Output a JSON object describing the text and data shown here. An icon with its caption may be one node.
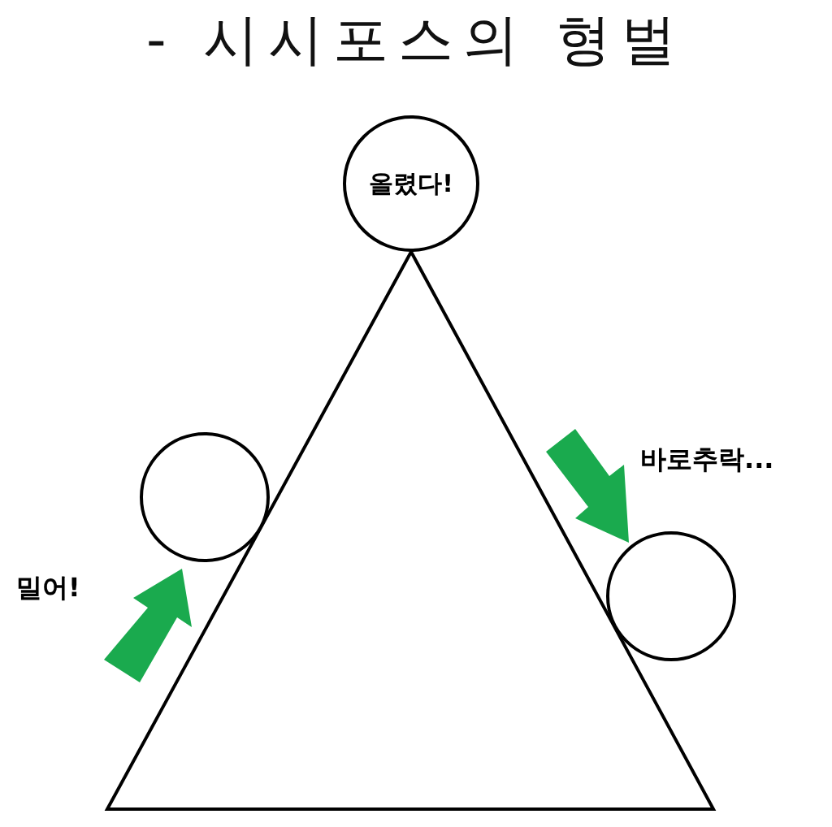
{
  "diagram": {
    "title": "- 시시포스의 형벌",
    "nodes": [
      {
        "text": [
          "올렸다!"
        ]
      },
      {
        "text": [],
        "shape": "circle",
        "beside": [
          "밀어!"
        ]
      },
      {
        "text": [],
        "shape": "circle",
        "beside": [
          "바로추락..."
        ]
      }
    ]
  }
}
